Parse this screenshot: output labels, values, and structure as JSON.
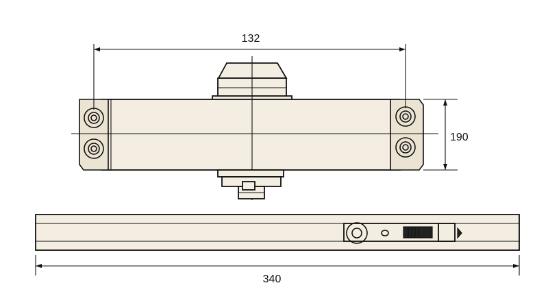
{
  "dimensions": {
    "top_width": "132",
    "height": "190",
    "total_length": "340"
  },
  "colors": {
    "line": "#111111",
    "body_fill": "#f4eee2",
    "plate_fill": "#ece4d3"
  }
}
